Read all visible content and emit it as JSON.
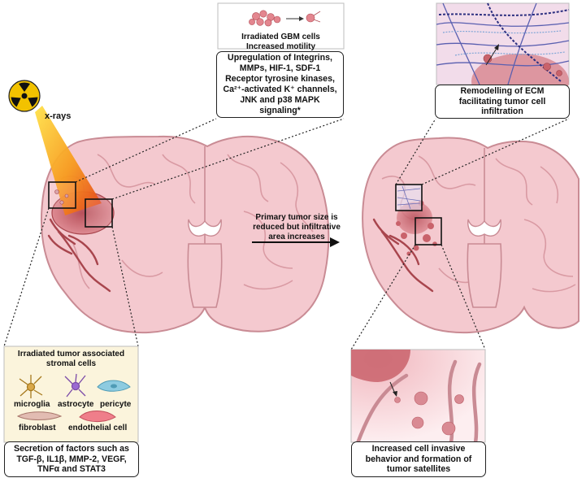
{
  "xray": {
    "label": "x-rays",
    "icon": "radiation-icon",
    "color": "#f2c200"
  },
  "top_panel": {
    "caption_line1": "Irradiated GBM cells",
    "caption_line2": "Increased motility",
    "box_lines": [
      "Upregulation of  Integrins,",
      "MMPs, HIF-1, SDF-1",
      "Receptor tyrosine kinases,",
      "Ca²⁺-activated K⁺ channels,",
      "JNK and p38 MAPK",
      "signaling*"
    ]
  },
  "ecm_panel": {
    "box_lines": [
      "Remodelling of ECM",
      "facilitating tumor cell",
      "infiltration"
    ]
  },
  "arrow": {
    "lines": [
      "Primary tumor size is",
      "reduced but infiltrative",
      "area increases"
    ]
  },
  "stroma_panel": {
    "title_line1": "Irradiated tumor associated",
    "title_line2": "stromal cells",
    "cells": {
      "microglia": "microglia",
      "astrocyte": "astrocyte",
      "pericyte": "pericyte",
      "fibroblast": "fibroblast",
      "endothelial": "endothelial cell"
    },
    "box_lines": [
      "Secretion of factors such as",
      "TGF-β, IL1β, MMP-2, VEGF,",
      "TNFα and STAT3"
    ]
  },
  "satellite_panel": {
    "box_lines": [
      "Increased cell invasive",
      "behavior and formation of",
      "tumor satellites"
    ]
  },
  "colors": {
    "brain_fill": "#f4c9cf",
    "brain_stroke": "#c98b94",
    "tumor": "#c9626b",
    "vessel": "#a8454d",
    "panel_bg": "#fbf4dc",
    "ecm_bg": "#f2dcea"
  }
}
